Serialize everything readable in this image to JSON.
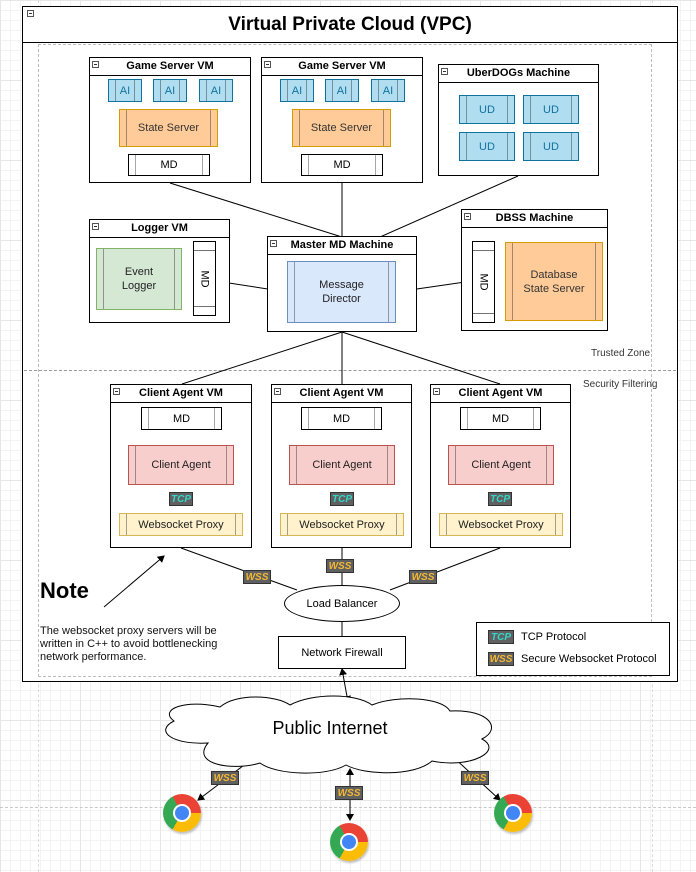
{
  "vpc": {
    "title": "Virtual Private Cloud (VPC)"
  },
  "game_servers": [
    {
      "title": "Game Server VM",
      "ai": [
        "AI",
        "AI",
        "AI"
      ],
      "state_server": "State Server",
      "md": "MD"
    },
    {
      "title": "Game Server VM",
      "ai": [
        "AI",
        "AI",
        "AI"
      ],
      "state_server": "State Server",
      "md": "MD"
    }
  ],
  "uberdogs": {
    "title": "UberDOGs Machine",
    "ud": [
      "UD",
      "UD",
      "UD",
      "UD"
    ]
  },
  "logger": {
    "title": "Logger VM",
    "event_logger": "Event\nLogger",
    "md": "MD"
  },
  "master_md": {
    "title": "Master MD Machine",
    "message_director": "Message\nDirector"
  },
  "dbss": {
    "title": "DBSS Machine",
    "md": "MD",
    "database_state_server": "Database\nState Server"
  },
  "zones": {
    "trusted": "Trusted Zone",
    "security": "Security Filtering"
  },
  "client_agents": [
    {
      "title": "Client Agent VM",
      "md": "MD",
      "client_agent": "Client Agent",
      "protocol": "TCP",
      "proxy": "Websocket Proxy"
    },
    {
      "title": "Client Agent VM",
      "md": "MD",
      "client_agent": "Client Agent",
      "protocol": "TCP",
      "proxy": "Websocket Proxy"
    },
    {
      "title": "Client Agent VM",
      "md": "MD",
      "client_agent": "Client Agent",
      "protocol": "TCP",
      "proxy": "Websocket Proxy"
    }
  ],
  "wss_label": "WSS",
  "load_balancer": "Load Balancer",
  "network_firewall": "Network Firewall",
  "note": {
    "title": "Note",
    "text": "The websocket proxy servers will be written in C++ to avoid bottlenecking network performance."
  },
  "legend": {
    "tcp_badge": "TCP",
    "tcp_text": "TCP Protocol",
    "wss_badge": "WSS",
    "wss_text": "Secure Websocket Protocol"
  },
  "public_internet": "Public Internet",
  "colors": {
    "ai_fill": "#b1ddf0",
    "orange_fill": "#ffcc99",
    "green_fill": "#d5e8d4",
    "blue_fill": "#dae8fc",
    "red_fill": "#f8cecc",
    "yellow_fill": "#fff2cc",
    "tcp_text": "#33d6c8",
    "wss_text": "#f5b731"
  },
  "icons": {
    "browser": "chrome-browser-icon",
    "collapse": "collapse-toggle-icon"
  }
}
